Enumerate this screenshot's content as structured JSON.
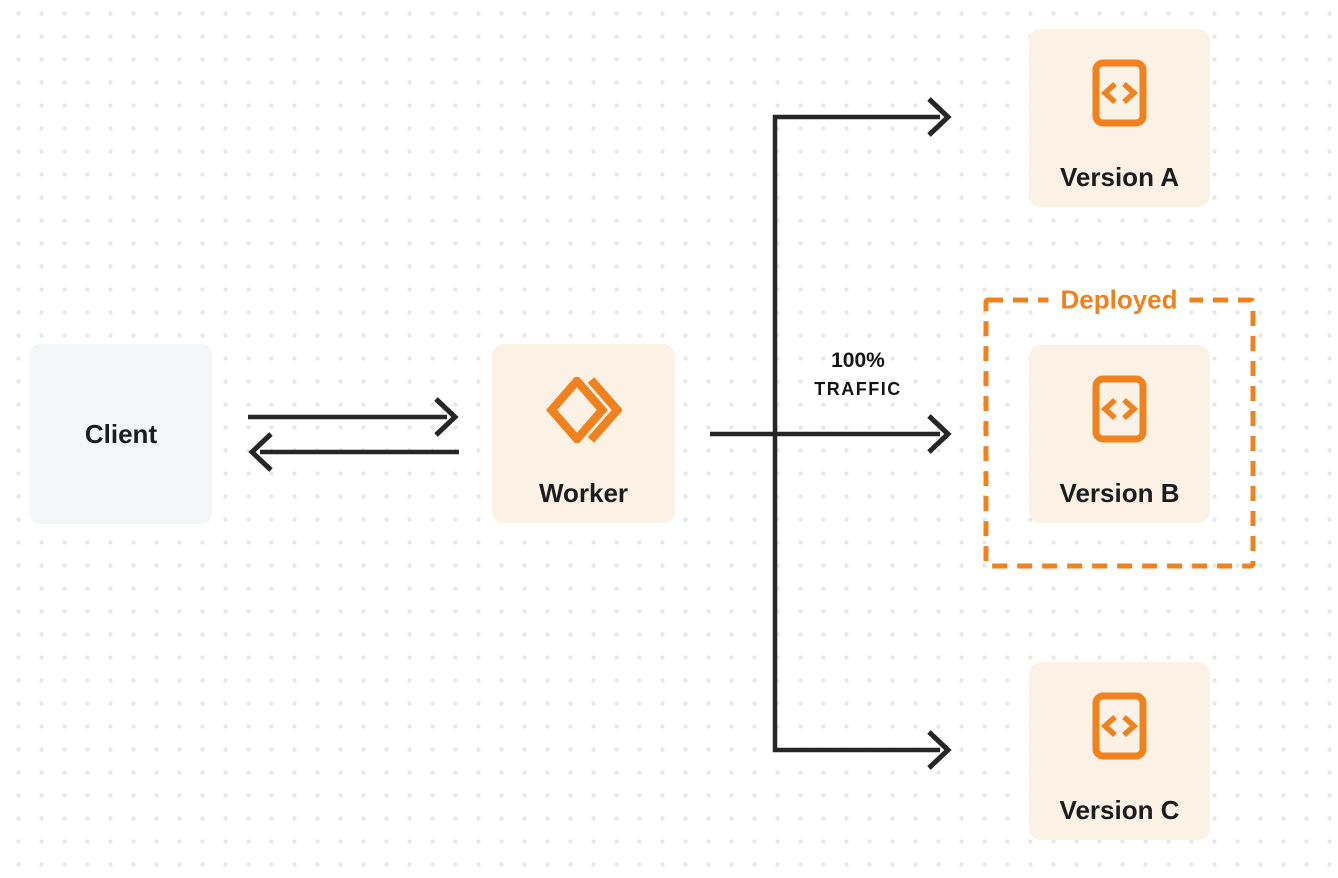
{
  "nodes": {
    "client": {
      "label": "Client"
    },
    "worker": {
      "label": "Worker"
    },
    "version_a": {
      "label": "Version A"
    },
    "version_b": {
      "label": "Version B"
    },
    "version_c": {
      "label": "Version C"
    }
  },
  "annotations": {
    "deployed": {
      "label": "Deployed"
    },
    "traffic": {
      "line1": "100%",
      "line2": "TRAFFIC"
    }
  },
  "icons": {
    "worker": "workers-chevron-logo-icon",
    "version": "code-file-icon"
  },
  "colors": {
    "accent_orange": "#F0811F",
    "cream_fill": "#FBF1E4",
    "client_gray_fill": "#F5F6F7",
    "line_dark": "#262626",
    "text_dark": "#1C1C1E",
    "dot_grid": "#E7E7E7",
    "background": "#FFFFFF"
  }
}
